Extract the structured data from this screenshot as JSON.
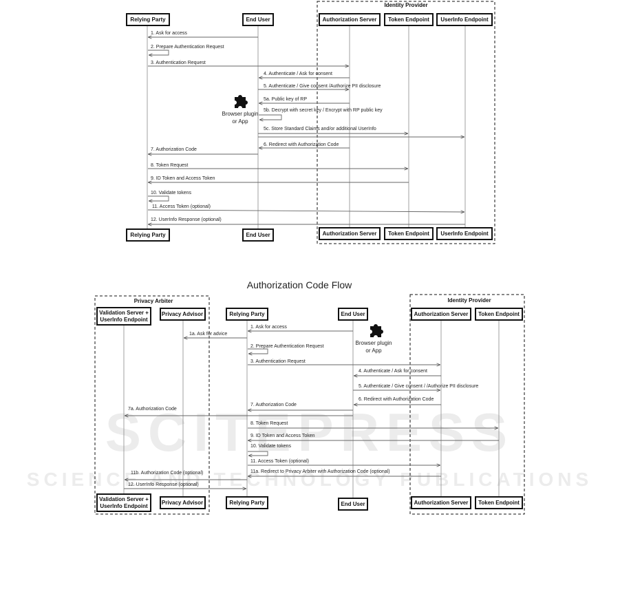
{
  "watermark": {
    "line1": "SCITEPRESS",
    "line2": "SCIENCE AND TECHNOLOGY PUBLICATIONS"
  },
  "diagram_top": {
    "group_title": "Identity Provider",
    "participants": {
      "rp": "Relying Party",
      "user": "End User",
      "as": "Authorization Server",
      "te": "Token Endpoint",
      "ui": "UserInfo Endpoint"
    },
    "plugin_label": [
      "Browser plugin",
      "or App"
    ],
    "messages": [
      "1. Ask for access",
      "2. Prepare Authentication Request",
      "3. Authentication Request",
      "4. Authenticate / Ask for consent",
      "5. Authenticate / Give consent /Authorize PII disclosure",
      "5a. Public key of RP",
      "5b. Decrypt with secret key / Encrypt with RP public key",
      "5c. Store Standard Claims and/or additional UserInfo",
      "6. Redirect with Authorization Code",
      "7. Authorization Code",
      "8. Token Request",
      "9. ID Token and Access Token",
      "10. Validate tokens",
      "11. Access Token (optional)",
      "12. UserInfo Response (optional)"
    ]
  },
  "diagram_bottom": {
    "title": "Authorization Code Flow",
    "group_left": "Privacy Arbiter",
    "group_right": "Identity Provider",
    "participants": {
      "vs": [
        "Validation Server +",
        "UserInfo Endpoint"
      ],
      "pa": "Privacy Advisor",
      "rp": "Relying Party",
      "user": "End User",
      "as": "Authorization Server",
      "te": "Token Endpoint"
    },
    "plugin_label": [
      "Browser plugin",
      "or App"
    ],
    "messages": [
      "1. Ask for access",
      "1a. Ask for advice",
      "2. Prepare Authentication Request",
      "3. Authentication Request",
      "4. Authenticate / Ask for consent",
      "5. Authenticate / Give consent / /Authorize PII disclosure",
      "6. Redirect with Authorization Code",
      "7. Authorization Code",
      "7a. Authorization Code",
      "8. Token Request",
      "9. ID Token and Access Token",
      "10. Validate tokens",
      "11. Access Token (optional)",
      "11a. Redirect to Privacy Arbiter with Authorization Code  (optional)",
      "11b. Authorization Code (optional)",
      "12. UserInfo Response (optional)"
    ]
  }
}
